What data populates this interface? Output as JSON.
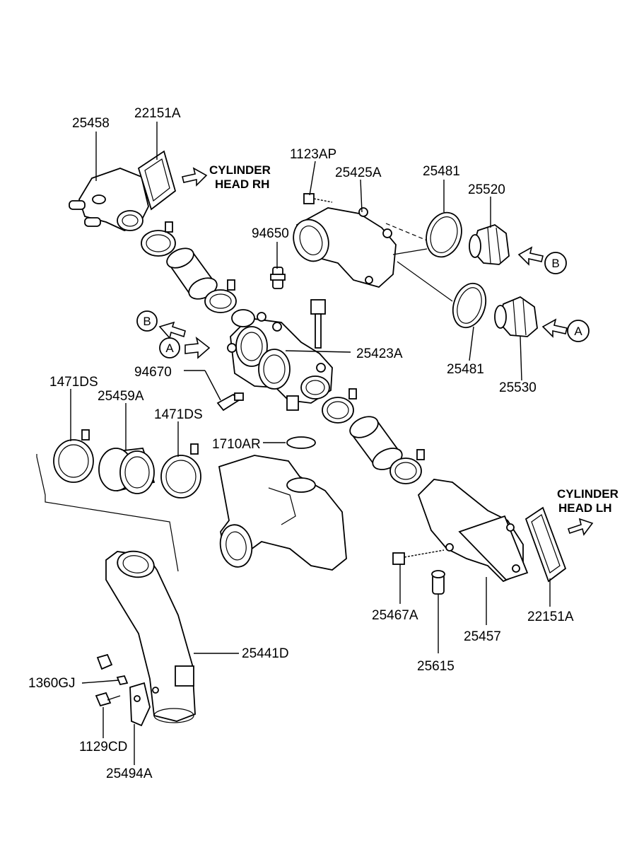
{
  "notes": {
    "cyl_rh_line1": "CYLINDER",
    "cyl_rh_line2": "HEAD  RH",
    "cyl_lh_line1": "CYLINDER",
    "cyl_lh_line2": "HEAD  LH"
  },
  "markers": {
    "a": "A",
    "b": "B"
  },
  "parts": {
    "p25458": "25458",
    "p22151A_rh": "22151A",
    "p1123AP": "1123AP",
    "p25425A": "25425A",
    "p25481_top": "25481",
    "p25520": "25520",
    "p94650": "94650",
    "p25423A": "25423A",
    "p25481_bottom": "25481",
    "p25530": "25530",
    "p94670": "94670",
    "p1471DS_left": "1471DS",
    "p25459A": "25459A",
    "p1471DS_right": "1471DS",
    "p1710AR": "1710AR",
    "p25467A": "25467A",
    "p25457": "25457",
    "p22151A_lh": "22151A",
    "p25615": "25615",
    "p25441D": "25441D",
    "p1360GJ": "1360GJ",
    "p1129CD": "1129CD",
    "p25494A": "25494A"
  }
}
